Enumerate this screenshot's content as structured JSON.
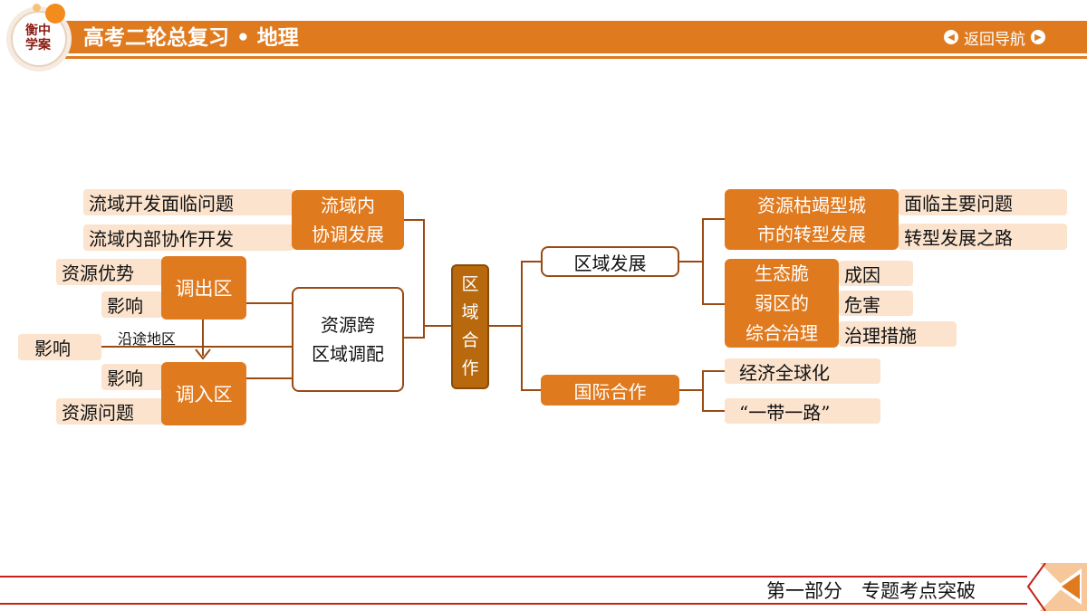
{
  "header": {
    "logo_text": "衡中\n学案",
    "title": "高考二轮总复习 • 地理",
    "back_label": "返回导航"
  },
  "footer": {
    "text": "第一部分　专题考点突破"
  },
  "diagram": {
    "center": "区\n域\n合\n作",
    "left": {
      "hub": "资源跨\n区域调配",
      "watershed": {
        "label": "流域内\n协调发展",
        "items": [
          "流域开发面临问题",
          "流域内部协作开发"
        ]
      },
      "out_region": {
        "label": "调出区",
        "items": [
          "资源优势",
          "影响"
        ]
      },
      "in_region": {
        "label": "调入区",
        "items": [
          "影响",
          "资源问题"
        ]
      },
      "transit_effect": "影响",
      "transit_label": "沿途地区"
    },
    "right": {
      "regional_dev": {
        "label": "区域发展",
        "resource_city": {
          "label": "资源枯竭型城\n市的转型发展",
          "items": [
            "面临主要问题",
            "转型发展之路"
          ]
        },
        "fragile": {
          "label": "生态脆\n弱区的\n综合治理",
          "items": [
            "成因",
            "危害",
            "治理措施"
          ]
        }
      },
      "intl": {
        "label": "国际合作",
        "items": [
          "经济全球化",
          "“一带一路”"
        ]
      }
    }
  }
}
